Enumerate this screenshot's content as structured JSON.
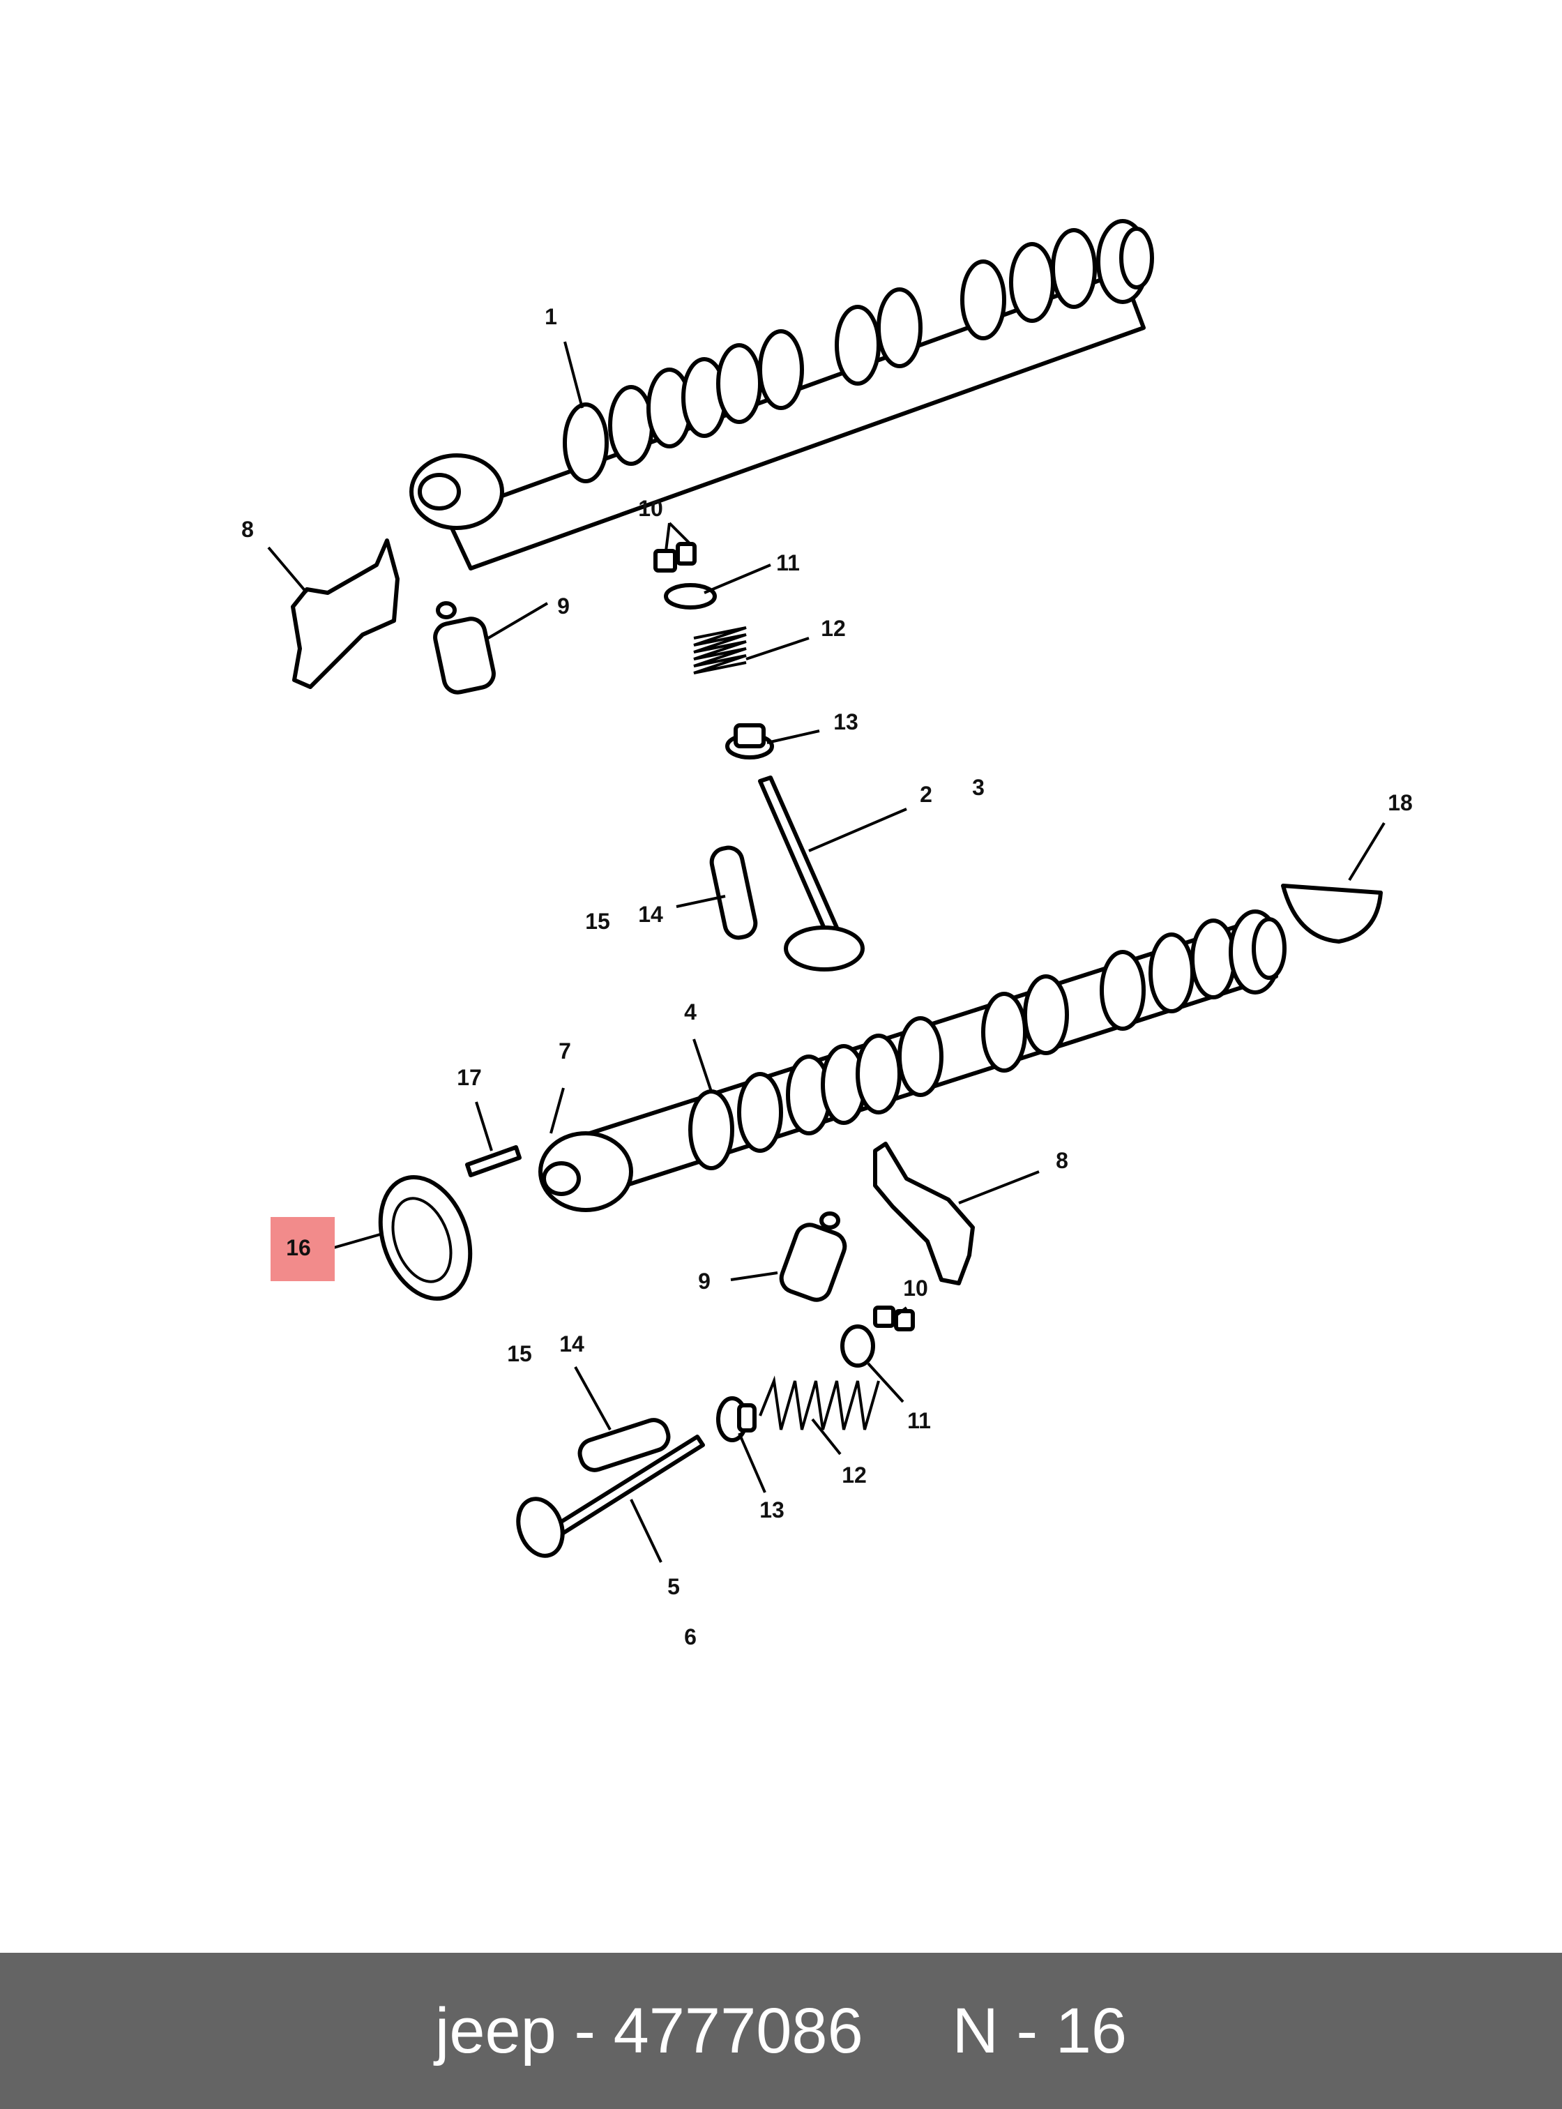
{
  "callouts": {
    "c1": "1",
    "c2": "2",
    "c3": "3",
    "c4": "4",
    "c5": "5",
    "c6": "6",
    "c7": "7",
    "c8a": "8",
    "c8b": "8",
    "c9a": "9",
    "c9b": "9",
    "c10a": "10",
    "c10b": "10",
    "c11a": "11",
    "c11b": "11",
    "c12a": "12",
    "c12b": "12",
    "c13a": "13",
    "c13b": "13",
    "c14a": "14",
    "c14b": "14",
    "c15a": "15",
    "c15b": "15",
    "c16": "16",
    "c17": "17",
    "c18": "18"
  },
  "highlight": {
    "part": "16",
    "color": "#f28b8b"
  },
  "footer": {
    "text": "jeep - 4777086     N - 16"
  }
}
